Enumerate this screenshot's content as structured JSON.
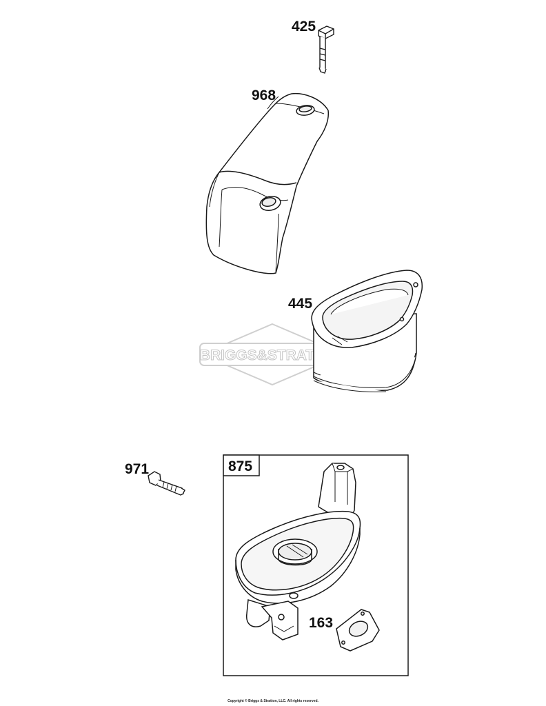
{
  "watermark": {
    "brand": "BRIGGS&STRATTON",
    "color": "#c8c8c8"
  },
  "parts": [
    {
      "callout": "425",
      "name": "bolt"
    },
    {
      "callout": "968",
      "name": "air-cleaner-cover"
    },
    {
      "callout": "445",
      "name": "air-filter-cartridge"
    },
    {
      "callout": "971",
      "name": "screw"
    },
    {
      "callout": "875",
      "name": "air-cleaner-base-assembly"
    },
    {
      "callout": "163",
      "name": "gasket"
    }
  ],
  "footer": {
    "copyright": "Copyright © Briggs & Stratton, LLC. All rights reserved."
  },
  "colors": {
    "line": "#1a1a1a",
    "fill": "#ffffff",
    "shade": "#eeeeee"
  }
}
